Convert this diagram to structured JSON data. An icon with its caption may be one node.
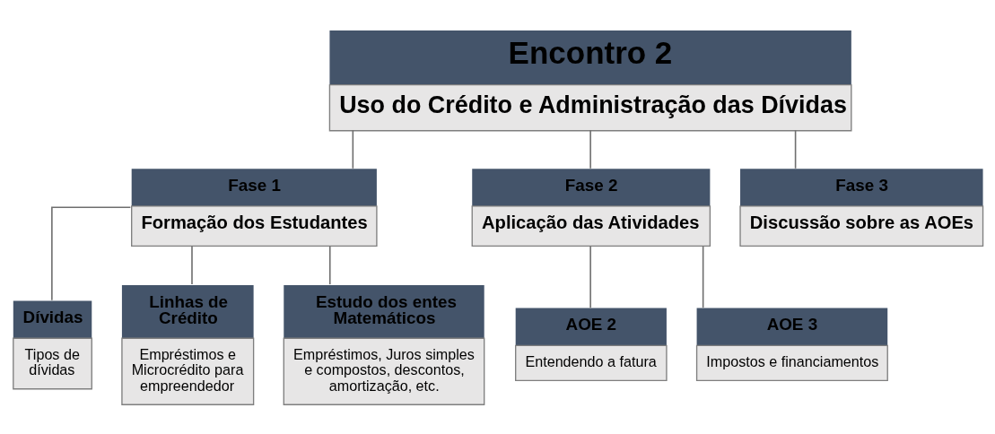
{
  "diagram": {
    "nodes": [
      {
        "text": [
          "Encontro 2",
          "Uso do Crédito e Administração das Dívidas"
        ]
      },
      {
        "text": [
          "Fase 1",
          "Formação dos Estudantes"
        ]
      },
      {
        "text": [
          "Fase 2",
          "Aplicação das Atividades"
        ]
      },
      {
        "text": [
          "Fase 3",
          "Discussão sobre as AOEs"
        ]
      },
      {
        "text": [
          "Dívidas",
          "Tipos de dívidas"
        ]
      },
      {
        "text": [
          "Linhas de Crédito",
          "Empréstimos e Microcrédito para empreendedor"
        ]
      },
      {
        "text": [
          "Estudo dos entes Matemáticos",
          "Empréstimos, Juros simples e compostos, descontos, amortização, etc."
        ]
      },
      {
        "text": [
          "AOE 2",
          "Entendendo a fatura"
        ]
      },
      {
        "text": [
          "AOE 3",
          "Impostos e financiamentos"
        ]
      }
    ],
    "edges": [
      {
        "from": 0,
        "to": 1,
        "arrow": "none"
      },
      {
        "from": 0,
        "to": 2,
        "arrow": "none"
      },
      {
        "from": 0,
        "to": 3,
        "arrow": "none"
      },
      {
        "from": 1,
        "to": 4,
        "arrow": "none"
      },
      {
        "from": 1,
        "to": 5,
        "arrow": "none"
      },
      {
        "from": 1,
        "to": 6,
        "arrow": "none"
      },
      {
        "from": 2,
        "to": 7,
        "arrow": "none"
      },
      {
        "from": 2,
        "to": 8,
        "arrow": "none"
      }
    ]
  }
}
